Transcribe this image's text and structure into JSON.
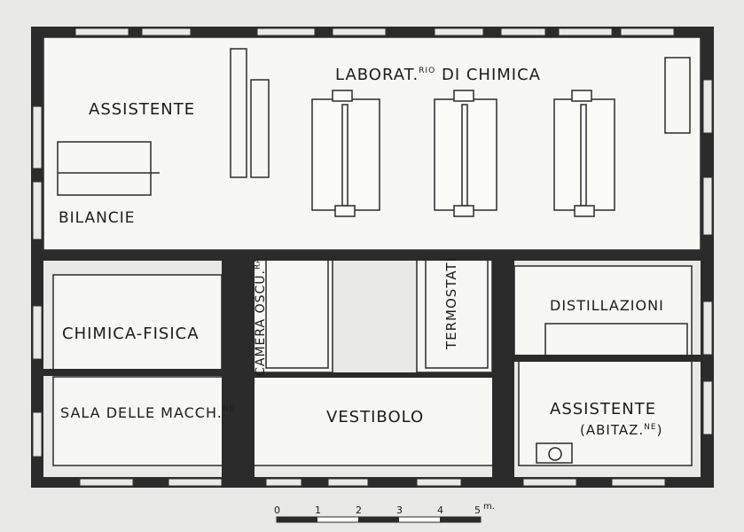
{
  "rooms": {
    "lab": "LABORAT.RIO DI CHIMICA",
    "lab_main": "LABORAT.",
    "lab_sup": "RIO",
    "lab_rest": " DI CHIMICA",
    "assistente_top": "ASSISTENTE",
    "bilancie": "BILANCIE",
    "camera_oscura_main": "CAMERA OSCU.",
    "camera_oscura_sup": "RA",
    "termostati": "TERMOSTATI",
    "chimica_fisica": "CHIMICA-FISICA",
    "distillazioni": "DISTILLAZIONI",
    "sala_main": "SALA DELLE MACCH.",
    "sala_sup": "NE",
    "vestibolo": "VESTIBOLO",
    "assistente_bottom": "ASSISTENTE",
    "abitaz_main": "(ABITAZ.",
    "abitaz_sup": "NE",
    "abitaz_close": ")"
  },
  "scale": {
    "ticks": [
      "0",
      "1",
      "2",
      "3",
      "4",
      "5"
    ],
    "unit": "m."
  }
}
